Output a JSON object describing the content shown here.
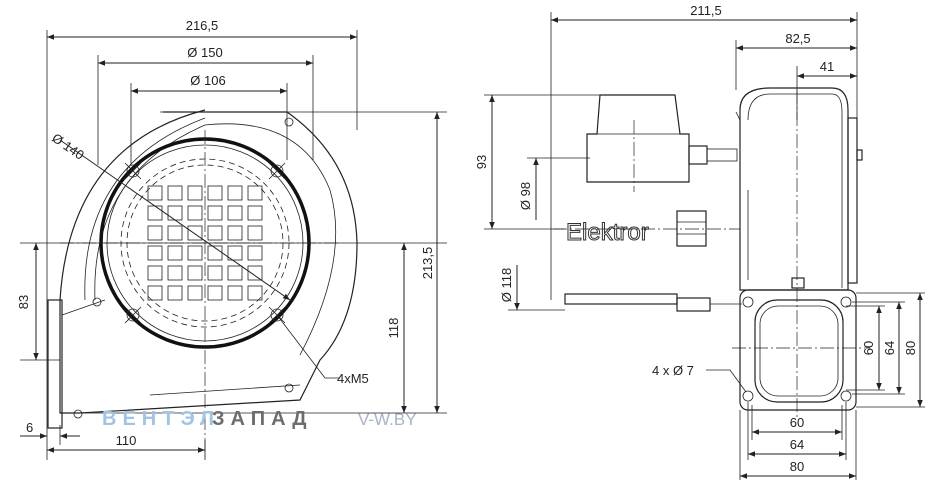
{
  "labels": {
    "w_total_left": "216,5",
    "dia_150": "Ø 150",
    "dia_106": "Ø 106",
    "dia_140": "Ø 140",
    "h_total": "213,5",
    "h_83": "83",
    "h_118": "118",
    "thread": "4xM5",
    "w_6": "6",
    "w_110": "110",
    "w_total_right": "211,5",
    "w_82_5": "82,5",
    "w_41": "41",
    "h_93": "93",
    "dia_98": "Ø 98",
    "dia_118": "Ø 118",
    "holes": "4 x Ø 7",
    "flange_60w": "60",
    "flange_64w": "64",
    "flange_80w": "80",
    "flange_60h": "60",
    "flange_64h": "64",
    "flange_80h": "80",
    "brand": "Elektror"
  },
  "watermark": {
    "part1": "ВЕНТЭЛ",
    "part2": "ЗАПАД",
    "part3": "V-W.BY",
    "color1": "#9fc4e6",
    "color2": "#6d6d6d",
    "color3": "#a9b2c9"
  }
}
